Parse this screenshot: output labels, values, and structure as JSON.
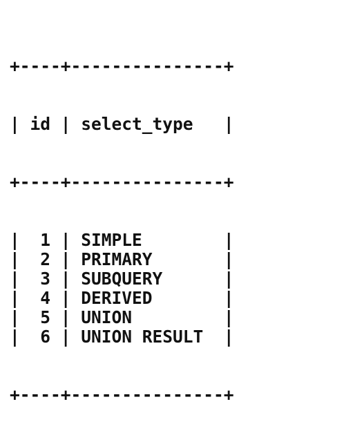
{
  "table": {
    "separator": "+----+---------------+",
    "headers": [
      "id",
      "select_type"
    ],
    "rows": [
      [
        "1",
        "SIMPLE"
      ],
      [
        "2",
        "PRIMARY"
      ],
      [
        "3",
        "SUBQUERY"
      ],
      [
        "4",
        "DERIVED"
      ],
      [
        "5",
        "UNION"
      ],
      [
        "6",
        "UNION RESULT"
      ]
    ]
  }
}
